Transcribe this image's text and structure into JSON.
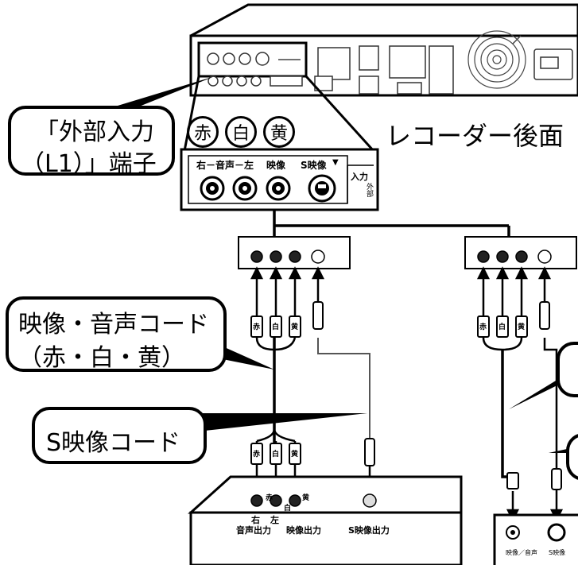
{
  "callouts": {
    "external_input_line1": "「外部入力",
    "external_input_line2": "（L1）」端子",
    "av_cord_line1": "映像・音声コード",
    "av_cord_line2": "（赤・白・黄）",
    "s_video_cord": "S映像コード"
  },
  "recorder_rear": "レコーダー後面",
  "color_chips": [
    "赤",
    "白",
    "黄"
  ],
  "terminal_panel": {
    "audio_label": "右－音声－左",
    "video_label": "映像",
    "s_video_label": "S映像",
    "input_label": "入力",
    "external_label": "外部"
  },
  "plug_labels": [
    "赤",
    "白",
    "黄"
  ],
  "source_device": {
    "right": "右",
    "left": "左",
    "audio_out": "音声出力",
    "video_out": "映像出力",
    "s_video_out": "S映像出力",
    "chip_red": "赤",
    "chip_white": "白",
    "chip_yellow": "黄"
  },
  "right_device": {
    "video_audio": "映像／音声",
    "s_video": "S映像"
  }
}
